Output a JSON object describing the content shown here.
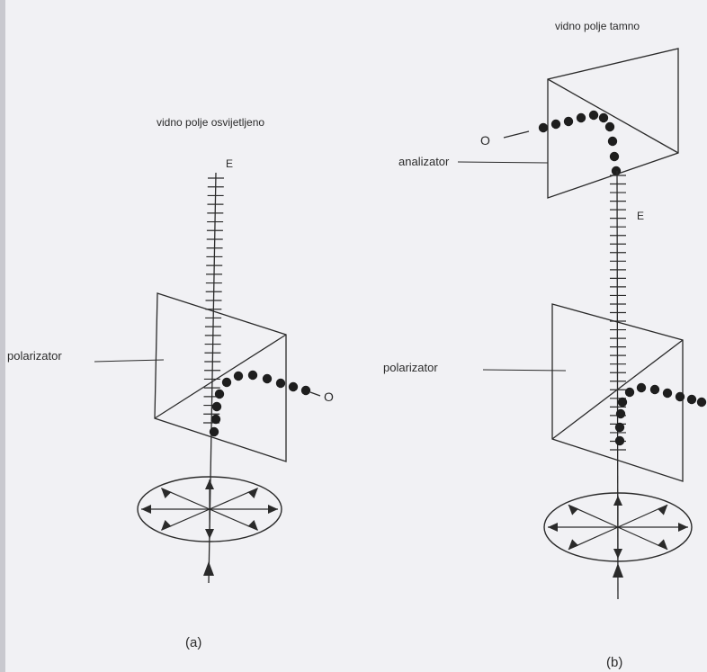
{
  "panel_a": {
    "top_label": "vidno polje osvijetljeno",
    "polarizer_label": "polarizator",
    "e_ray_label": "E",
    "o_ray_label": "O",
    "caption": "(a)"
  },
  "panel_b": {
    "top_label": "vidno polje tamno",
    "analyzer_label": "analizator",
    "polarizer_label": "polarizator",
    "e_ray_label": "E",
    "o_ray_label": "O",
    "caption": "(b)"
  },
  "colors": {
    "background": "#f1f1f4",
    "line": "#2a2a2a",
    "dot": "#1e1e1e"
  }
}
